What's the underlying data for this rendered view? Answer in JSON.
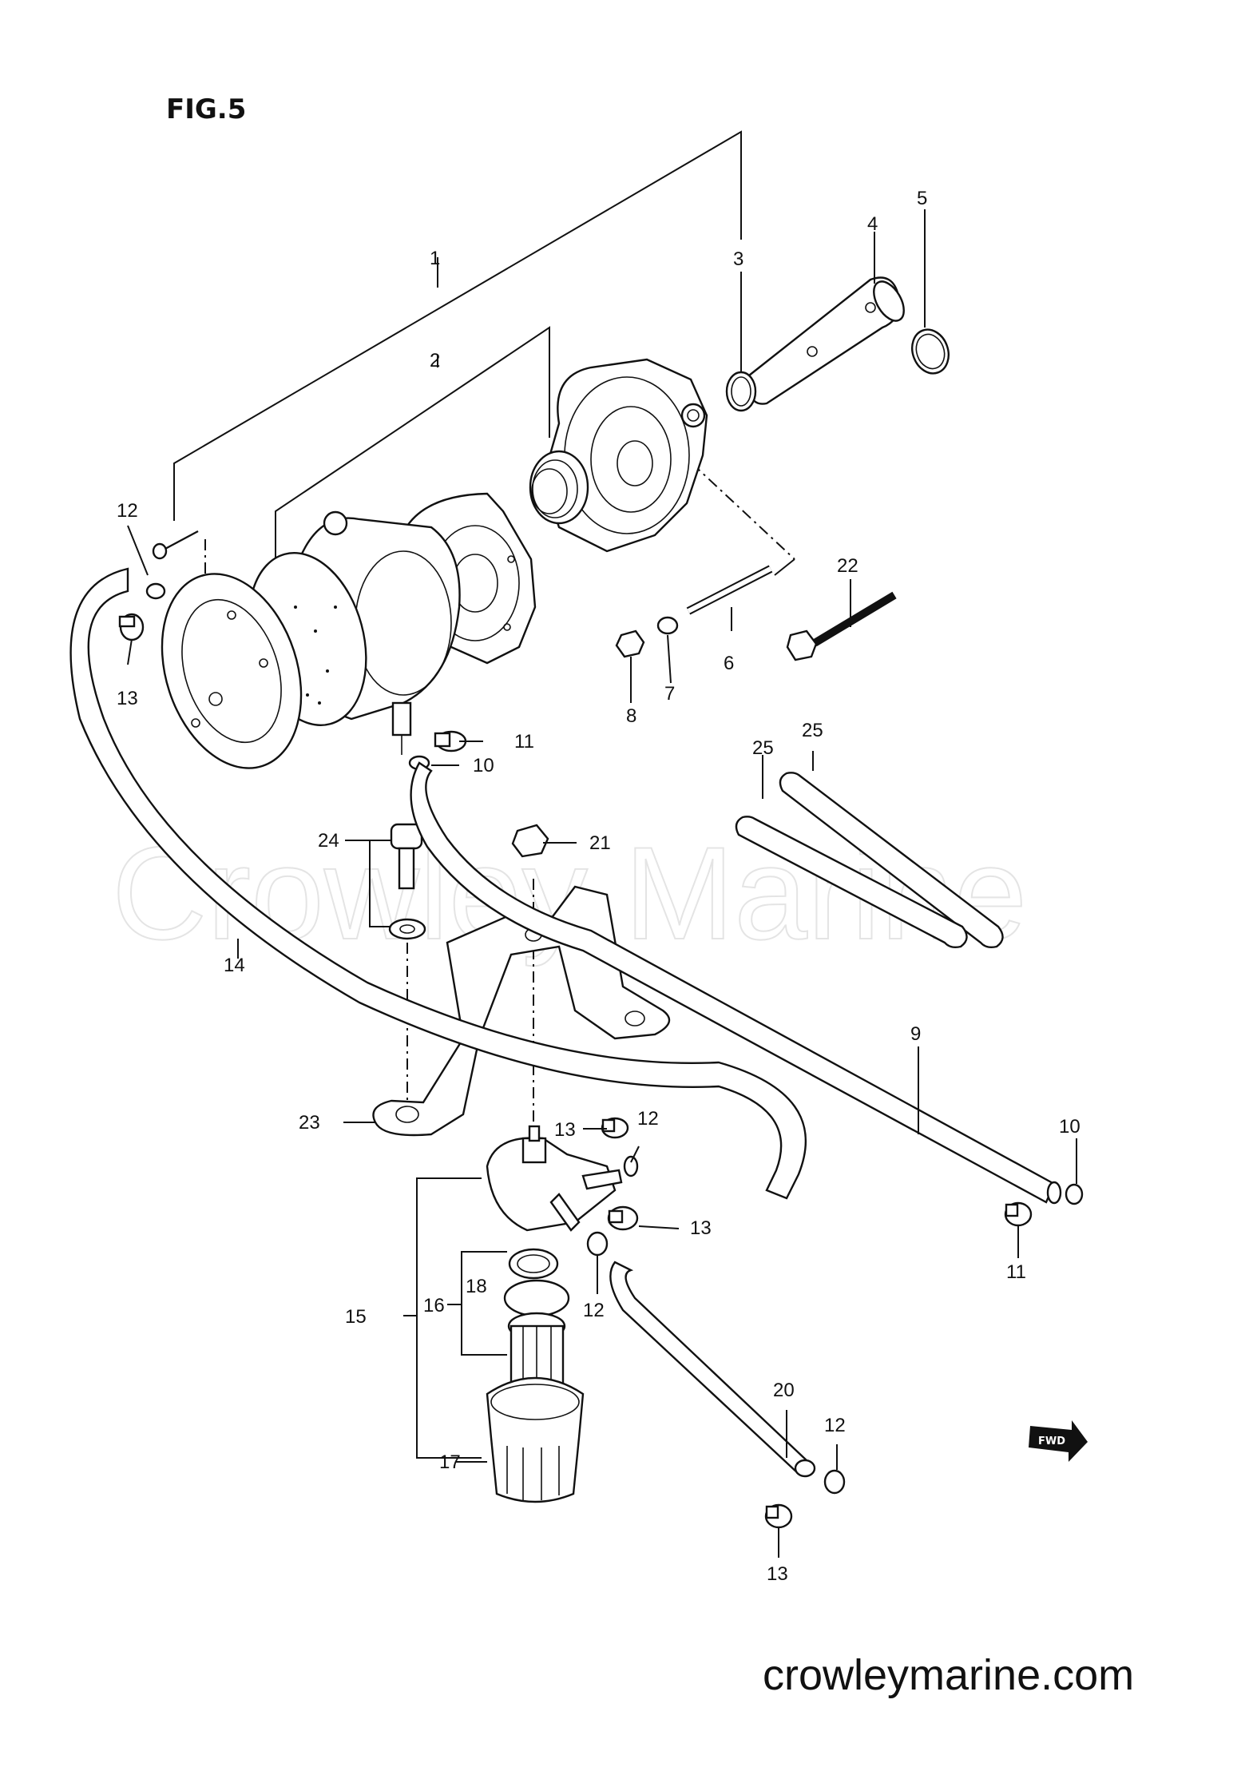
{
  "figure_title": "FIG.5",
  "watermark": "Crowley Marine",
  "website": "crowleymarine.com",
  "direction_badge": "FWD",
  "callouts": {
    "c1": "1",
    "c2": "2",
    "c3": "3",
    "c4": "4",
    "c5": "5",
    "c6": "6",
    "c7": "7",
    "c8": "8",
    "c9": "9",
    "c10a": "10",
    "c10b": "10",
    "c11a": "11",
    "c11b": "11",
    "c12a": "12",
    "c12b": "12",
    "c12c": "12",
    "c12d": "12",
    "c13a": "13",
    "c13b": "13",
    "c13c": "13",
    "c13d": "13",
    "c14": "14",
    "c15": "15",
    "c16": "16",
    "c17": "17",
    "c18": "18",
    "c20": "20",
    "c21": "21",
    "c22": "22",
    "c23": "23",
    "c24": "24",
    "c25a": "25",
    "c25b": "25"
  }
}
